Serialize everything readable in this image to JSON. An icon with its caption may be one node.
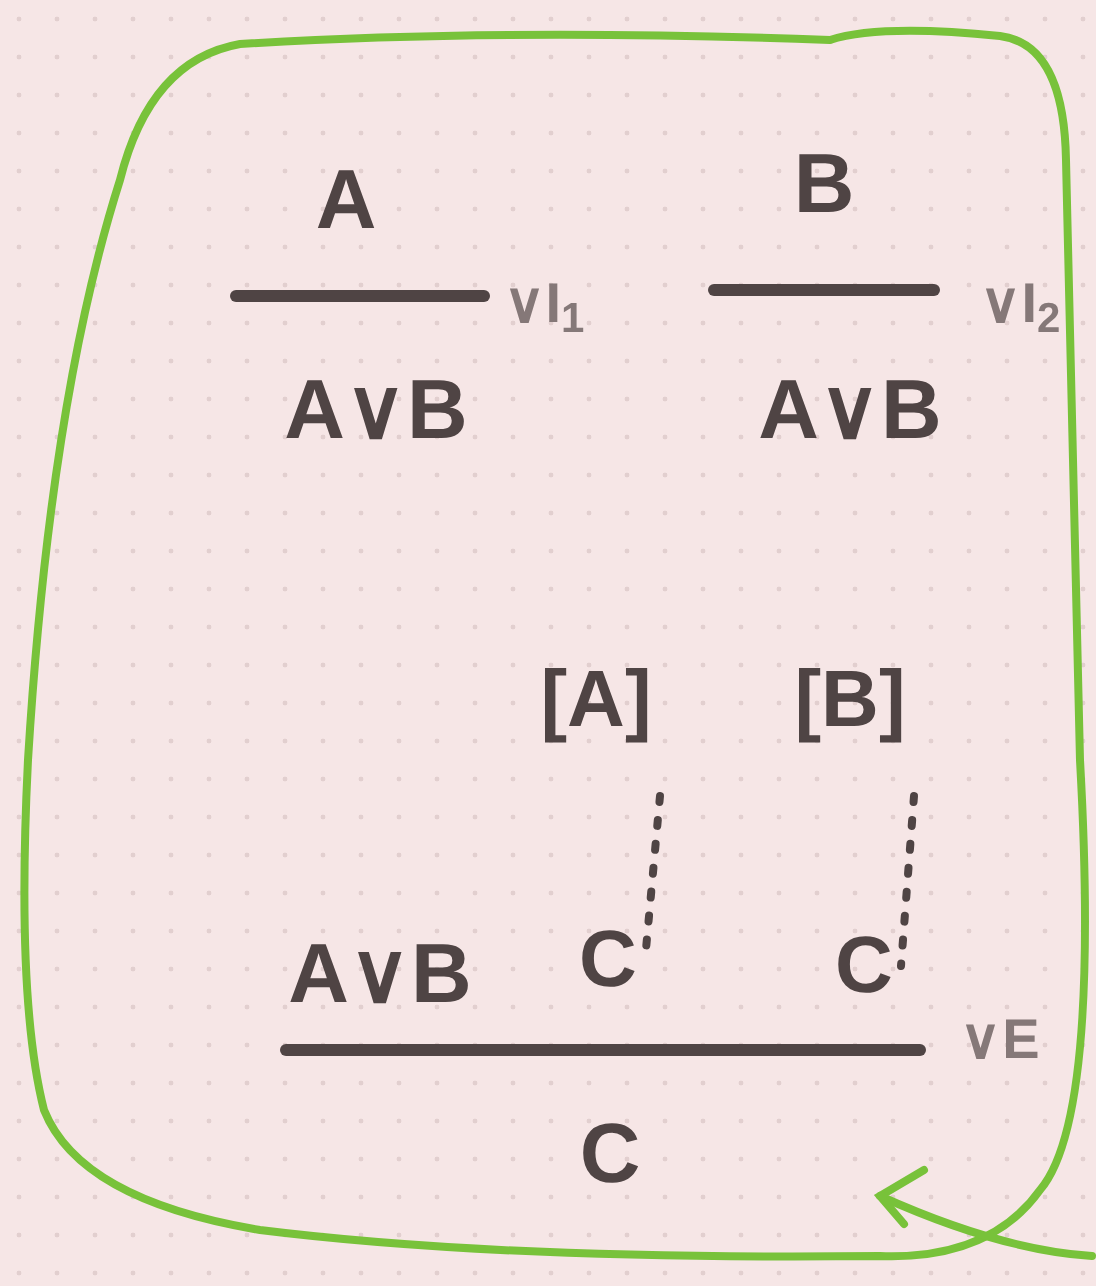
{
  "diagram": {
    "nodes": [
      {
        "text": [
          "[A]"
        ]
      },
      {
        "text": [
          "C"
        ]
      },
      {
        "text": [
          "[B]"
        ]
      },
      {
        "text": [
          "C"
        ]
      }
    ],
    "edges": [
      {
        "from": 0,
        "to": 1,
        "arrow": "none",
        "style": "dashed"
      },
      {
        "from": 2,
        "to": 3,
        "arrow": "none",
        "style": "dashed"
      }
    ],
    "labels": [
      "A",
      "A∨B",
      "∨I$_{1}$",
      "B",
      "A∨B",
      "∨I$_{2}$",
      "A∨B",
      "C",
      "∨E"
    ]
  }
}
